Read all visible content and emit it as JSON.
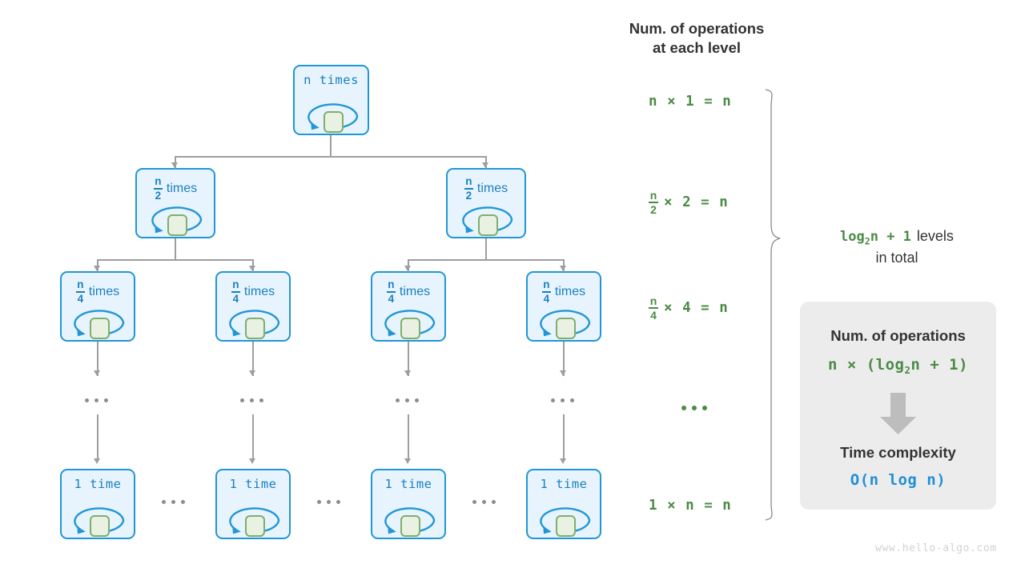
{
  "diagram": {
    "title_right": "Num. of operations\nat each level",
    "watermark": "www.hello-algo.com",
    "levels_note": {
      "formula": "log",
      "formula_sub": "2",
      "formula_tail": "n + 1",
      "text_line1": "levels",
      "text_line2": "in total"
    },
    "tree": {
      "level1": [
        {
          "count": "n",
          "unit": "times",
          "style": "mono"
        }
      ],
      "level2": [
        {
          "num": "n",
          "den": "2",
          "unit": "times",
          "style": "frac"
        },
        {
          "num": "n",
          "den": "2",
          "unit": "times",
          "style": "frac"
        }
      ],
      "level3": [
        {
          "num": "n",
          "den": "4",
          "unit": "times",
          "style": "frac"
        },
        {
          "num": "n",
          "den": "4",
          "unit": "times",
          "style": "frac"
        },
        {
          "num": "n",
          "den": "4",
          "unit": "times",
          "style": "frac"
        },
        {
          "num": "n",
          "den": "4",
          "unit": "times",
          "style": "frac"
        }
      ],
      "level4_dots": "...",
      "level5": [
        {
          "count": "1",
          "unit": "time",
          "style": "mono"
        },
        {
          "count": "1",
          "unit": "time",
          "style": "mono"
        },
        {
          "count": "1",
          "unit": "time",
          "style": "mono"
        },
        {
          "count": "1",
          "unit": "time",
          "style": "mono"
        }
      ],
      "between_leaf_dots": "..."
    },
    "ops_per_level": [
      {
        "kind": "plain",
        "text": "n × 1 = n"
      },
      {
        "kind": "frac",
        "num": "n",
        "den": "2",
        "text": "× 2 = n"
      },
      {
        "kind": "frac",
        "num": "n",
        "den": "4",
        "text": "× 4 = n"
      },
      {
        "kind": "dots",
        "text": "..."
      },
      {
        "kind": "plain",
        "text": "1 × n = n"
      }
    ],
    "summary_card": {
      "ops_title": "Num. of operations",
      "ops_formula_pre": "n × (log",
      "ops_formula_sub": "2",
      "ops_formula_post": "n + 1)",
      "complexity_title": "Time complexity",
      "complexity_value": "O(n log n)"
    },
    "colors": {
      "node_fill": "#e8f4fd",
      "node_border": "#2196d6",
      "node_text": "#1a7fc1",
      "green_box_fill": "#e9f1e2",
      "green_box_border": "#7fae6d",
      "formula_green": "#4b8b46",
      "complexity_blue": "#1f8fd8",
      "edge_gray": "#9e9e9e",
      "card_bg": "#ececec",
      "title_gray": "#333333",
      "watermark_gray": "#d2d2d2"
    }
  }
}
